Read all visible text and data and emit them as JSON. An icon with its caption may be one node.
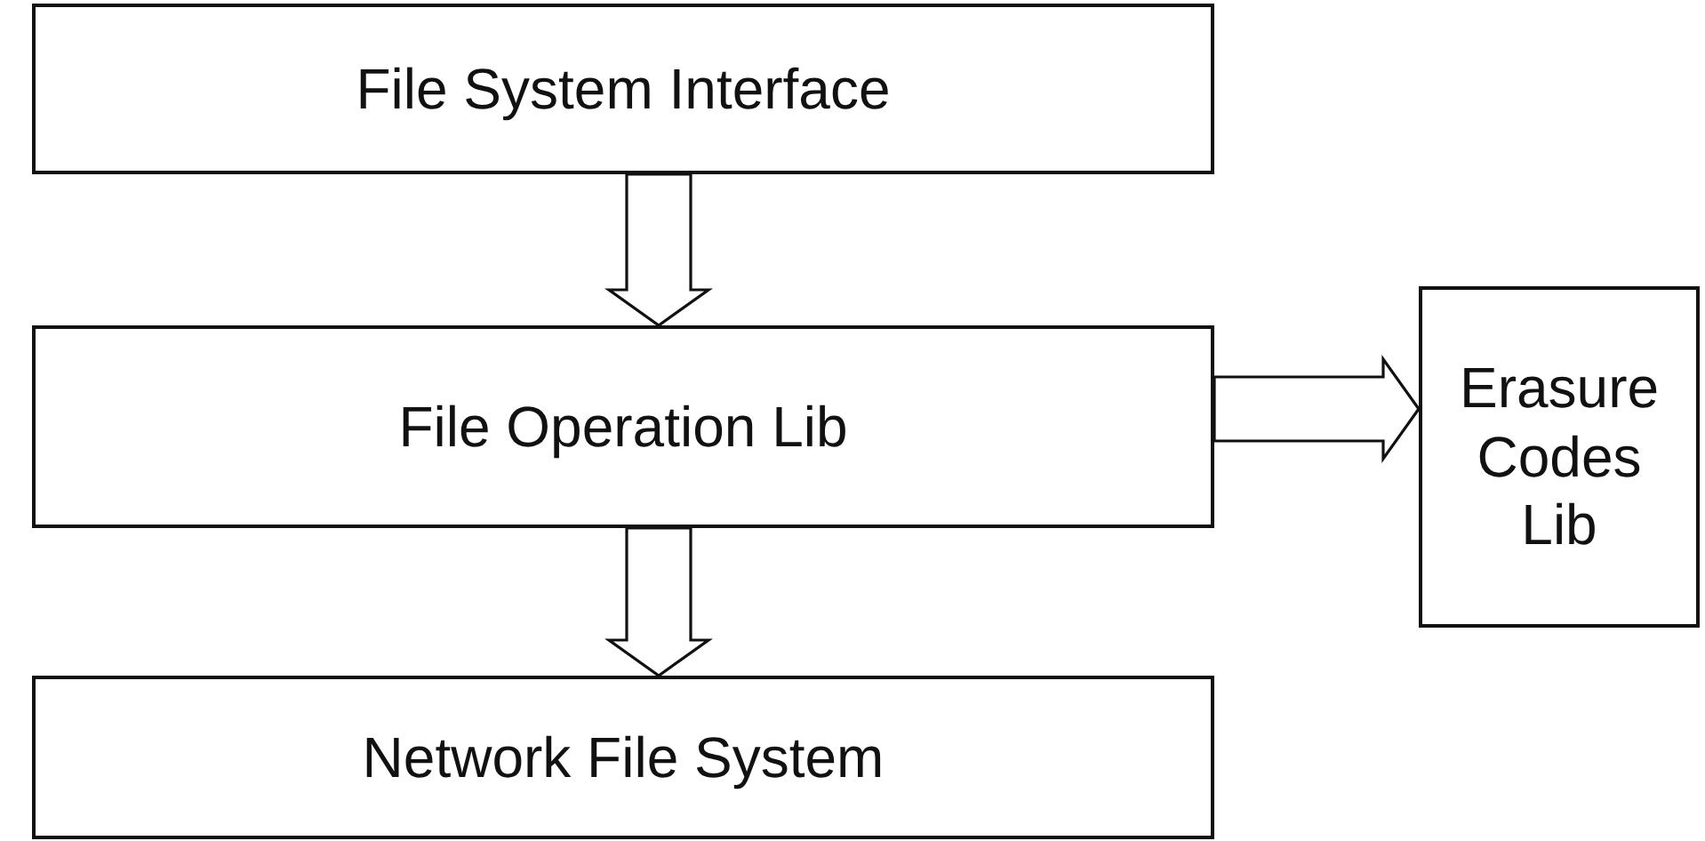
{
  "diagram": {
    "nodes": [
      {
        "text": [
          "File System Interface"
        ]
      },
      {
        "text": [
          "File Operation Lib"
        ]
      },
      {
        "text": [
          "Network File System"
        ]
      },
      {
        "text": [
          "Erasure Codes Lib"
        ]
      }
    ],
    "edges": [
      {
        "from": 0,
        "to": 1,
        "arrow": "to"
      },
      {
        "from": 1,
        "to": 2,
        "arrow": "to"
      },
      {
        "from": 1,
        "to": 3,
        "arrow": "to"
      }
    ]
  }
}
